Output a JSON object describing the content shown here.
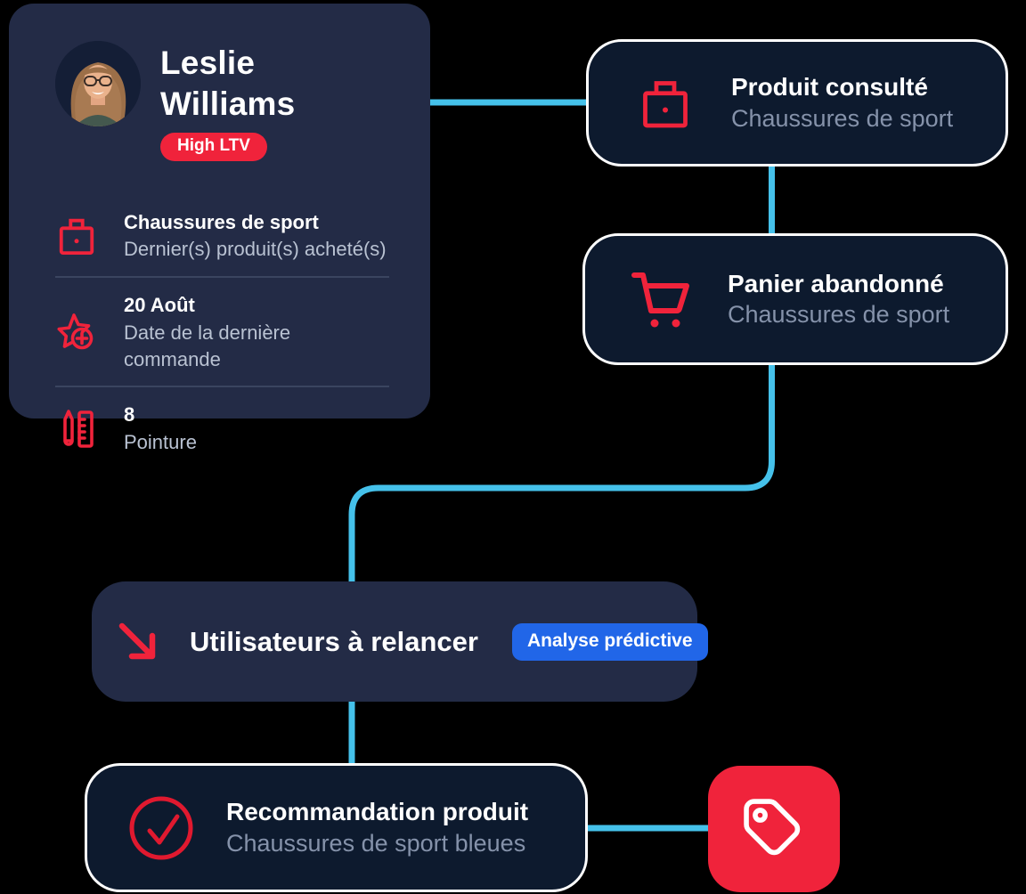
{
  "colors": {
    "background": "#000000",
    "accent_red": "#f0233b",
    "connector_cyan": "#45c1ea",
    "card_navy": "#232b46",
    "card_dark": "#0d1a2e",
    "card_border": "#ffffff",
    "badge_blue": "#2166e8",
    "text_white": "#ffffff",
    "text_muted_light": "#b9c2d2",
    "text_muted_dark": "#8592aa",
    "divider": "#3a4560"
  },
  "profile_card": {
    "name": "Leslie Williams",
    "badge_label": "High LTV",
    "rows": [
      {
        "icon": "briefcase-icon",
        "title": "Chaussures de sport",
        "subtitle": "Dernier(s) produit(s) acheté(s)"
      },
      {
        "icon": "star-plus-icon",
        "title": "20 Août",
        "subtitle": "Date de la dernière commande"
      },
      {
        "icon": "shoe-size-icon",
        "title": "8",
        "subtitle": "Pointure"
      }
    ]
  },
  "flow": {
    "product_viewed": {
      "icon": "briefcase-icon",
      "title": "Produit consulté",
      "subtitle": "Chaussures de sport"
    },
    "cart_abandoned": {
      "icon": "cart-icon",
      "title": "Panier abandonné",
      "subtitle": "Chaussures de sport"
    },
    "users_to_retarget": {
      "icon": "trend-arrow-icon",
      "title": "Utilisateurs à relancer",
      "badge_label": "Analyse prédictive"
    },
    "recommendation": {
      "icon": "check-circle-icon",
      "title": "Recommandation produit",
      "subtitle": "Chaussures de sport bleues"
    },
    "offer": {
      "icon": "price-tag-icon"
    }
  }
}
